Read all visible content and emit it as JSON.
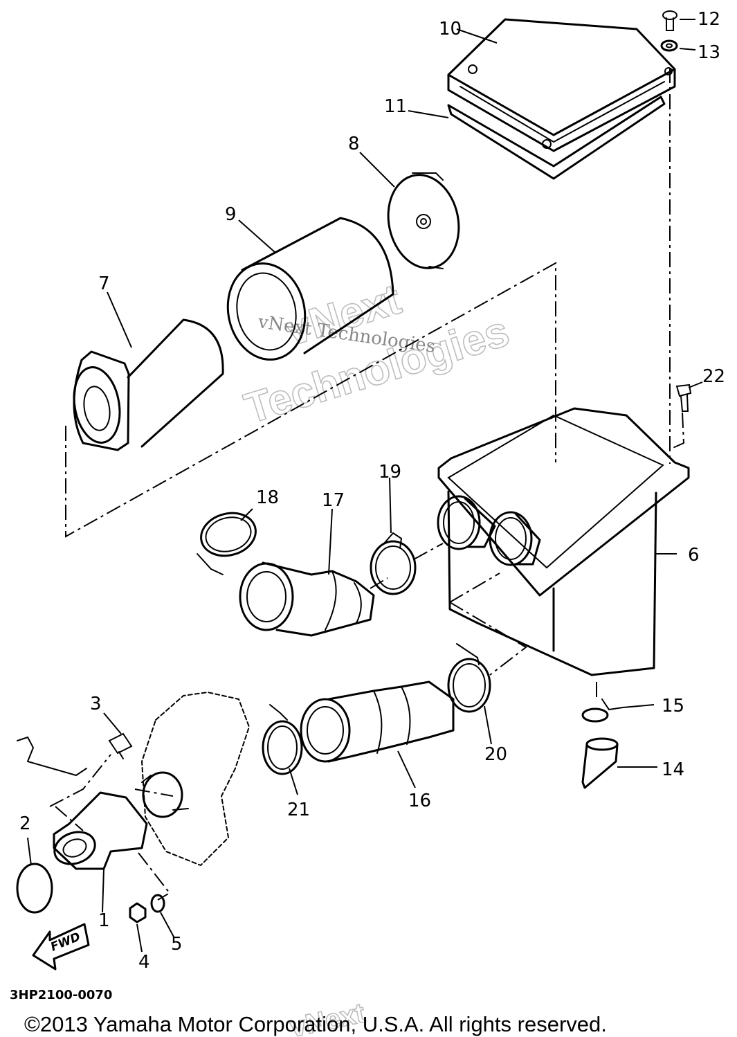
{
  "diagram": {
    "part_numbers": {
      "p1": "1",
      "p2": "2",
      "p3": "3",
      "p4": "4",
      "p5": "5",
      "p6": "6",
      "p7": "7",
      "p8": "8",
      "p9": "9",
      "p10": "10",
      "p11": "11",
      "p12": "12",
      "p13": "13",
      "p14": "14",
      "p15": "15",
      "p16": "16",
      "p17": "17",
      "p18": "18",
      "p19": "19",
      "p20": "20",
      "p21": "21",
      "p22": "22"
    },
    "fwd_label": "FWD",
    "drawing_code": "3HP2100-0070",
    "watermark": {
      "line1": "vNext",
      "line2": "Technologies",
      "inline": "vNext Technologies"
    },
    "copyright": "©2013 Yamaha Motor Corporation, U.S.A. All rights reserved."
  }
}
